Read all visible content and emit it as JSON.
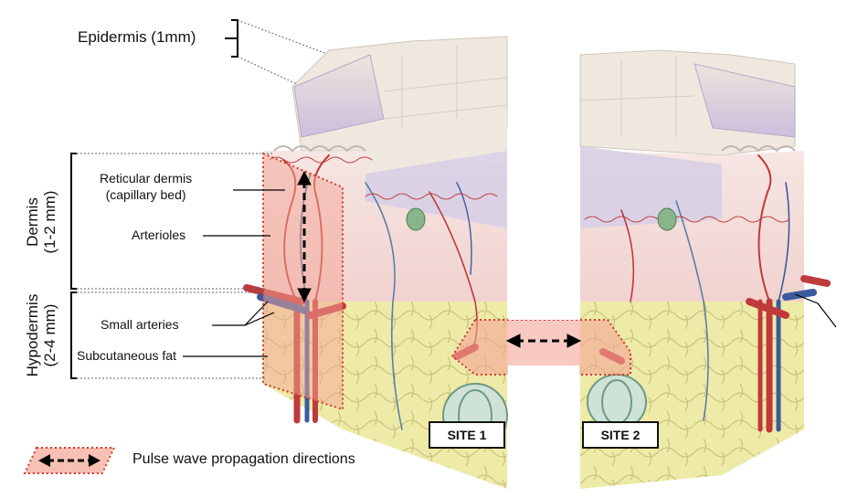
{
  "labels": {
    "epidermis": "Epidermis (1mm)",
    "dermis": "Dermis",
    "dermis_depth": "(1-2 mm)",
    "hypodermis": "Hypodermis",
    "hypodermis_depth": "(2-4 mm)",
    "reticular_dermis_line1": "Reticular dermis",
    "reticular_dermis_line2": "(capillary bed)",
    "arterioles": "Arterioles",
    "small_arteries": "Small arteries",
    "subcutaneous_fat": "Subcutaneous fat"
  },
  "sites": {
    "site1": "SITE 1",
    "site2": "SITE 2"
  },
  "legend": {
    "text": "Pulse wave propagation directions"
  },
  "colors": {
    "epidermis": "#d8cfe6",
    "dermis": "#f4dede",
    "fat": "#eeeaa8",
    "artery": "#c0393b",
    "vein": "#3b5b9e",
    "highlight": "#f3a596",
    "highlight_border": "#d43a2a"
  }
}
